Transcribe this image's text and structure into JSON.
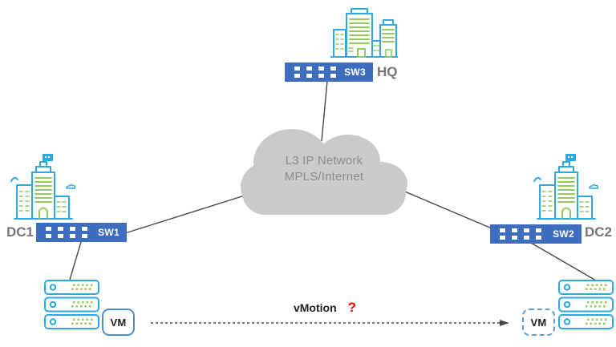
{
  "cloud": {
    "line1": "L3 IP Network",
    "line2": "MPLS/Internet"
  },
  "sites": {
    "hq": {
      "label": "HQ",
      "switch_label": "SW3"
    },
    "dc1": {
      "label": "DC1",
      "switch_label": "SW1",
      "vm_label": "VM"
    },
    "dc2": {
      "label": "DC2",
      "switch_label": "SW2",
      "vm_label": "VM"
    }
  },
  "migration": {
    "label": "vMotion",
    "question_mark": "?"
  },
  "icons": {
    "building-icon": "outlined office building with green windows",
    "switch-icon": "blue bar with white port squares",
    "server-rack-icon": "stack of three rack units",
    "cloud-icon": "gray WAN cloud",
    "dashed-arrow-icon": "dotted migration arrow"
  },
  "colors": {
    "switch_blue": "#3E6CBE",
    "outline_cyan": "#2BA9E0",
    "window_green": "#94C962",
    "cloud_gray": "#CACACA",
    "cloud_text_gray": "#8D8D8D",
    "site_label_gray": "#757575",
    "connector_gray": "#474747",
    "vm_border_blue": "#4A8FD3",
    "question_red": "#FF0000"
  }
}
